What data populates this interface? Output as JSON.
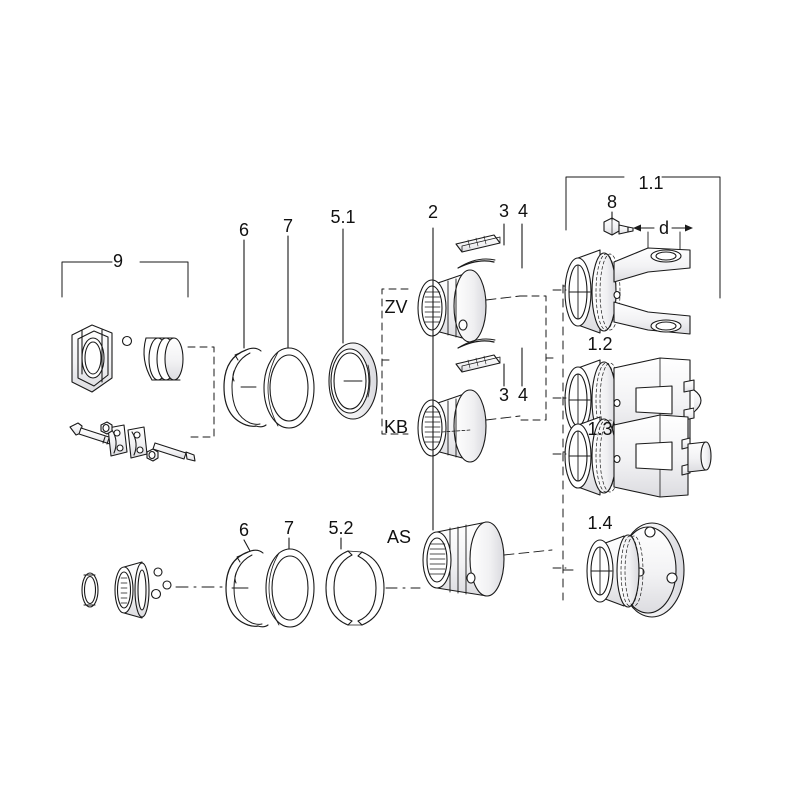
{
  "diagram": {
    "title": "Exploded view - universal joint yoke assembly",
    "background_color": "#ffffff",
    "line_color": "#1a1a1a",
    "shade_color": "#e9e9ec"
  },
  "labels": {
    "part_9": "9",
    "part_6_top": "6",
    "part_7_top": "7",
    "part_51": "5.1",
    "part_2": "2",
    "part_3_top": "3",
    "part_4_top": "4",
    "part_3_mid": "3",
    "part_4_mid": "4",
    "part_11": "1.1",
    "part_8": "8",
    "dim_d": "d",
    "part_12": "1.2",
    "part_13": "1.3",
    "part_14": "1.4",
    "part_6_bottom": "6",
    "part_7_bottom": "7",
    "part_52": "5.2",
    "variant_zv": "ZV",
    "variant_kb": "KB",
    "variant_as": "AS"
  }
}
